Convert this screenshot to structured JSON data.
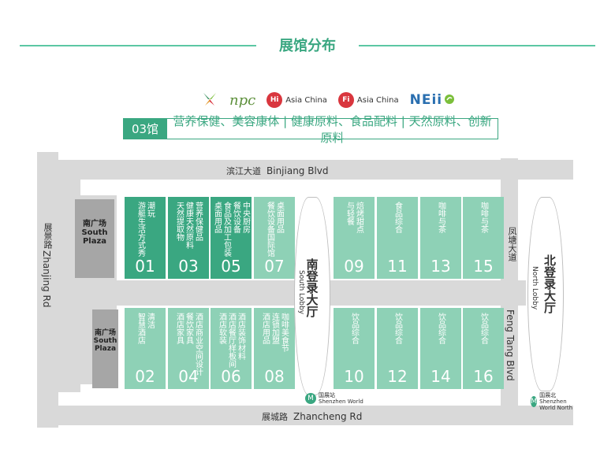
{
  "header": {
    "title": "展馆分布"
  },
  "logos": {
    "npc": "npc",
    "hi_badge": "Hi",
    "hi_text": "Asia China",
    "fi_badge": "Fi",
    "fi_text": "Asia China",
    "neii": "NEii"
  },
  "banner": {
    "hall": "03馆",
    "text": "营养保健、美容康体 | 健康原料、食品配料 | 天然原料、创新原料"
  },
  "roads": {
    "north_cn": "滨江大道",
    "north_en": "Binjiang Blvd",
    "south_cn": "展城路",
    "south_en": "Zhancheng Rd",
    "west_cn": "展景路",
    "west_en": "Zhanjing Rd",
    "east_cn": "凤塘大道",
    "east_en": "Feng Tang Blvd"
  },
  "plazas": {
    "north_cn": "南广场",
    "north_en": "South\nPlaza",
    "south_cn": "南广场",
    "south_en": "South\nPlaza"
  },
  "lobbies": {
    "south_cn": "南登录大厅",
    "south_en": "South Lobby",
    "north_cn": "北登录大厅",
    "north_en": "North Lobby"
  },
  "metro": {
    "south_cn": "国展站",
    "south_en": "Shenzhen World",
    "north_cn": "国展北",
    "north_en": "Shenzhen World North"
  },
  "halls": [
    {
      "num": "01",
      "lines": [
        "潮玩",
        "游艇生活方式秀"
      ],
      "dark": true
    },
    {
      "num": "03",
      "lines": [
        "营养保健品",
        "健康天然原料",
        "天然提取物"
      ],
      "dark": true
    },
    {
      "num": "05",
      "lines": [
        "中央厨房",
        "餐饮设备",
        "食品及加工包装",
        "桌面用品"
      ],
      "dark": true
    },
    {
      "num": "07",
      "lines": [
        "桌面用品",
        "餐饮设备国际馆"
      ],
      "dark": false
    },
    {
      "num": "09",
      "lines": [
        "焙烤甜点",
        "与轻餐"
      ],
      "dark": false
    },
    {
      "num": "11",
      "lines": [
        "食品综合"
      ],
      "dark": false
    },
    {
      "num": "13",
      "lines": [
        "咖啡与茶"
      ],
      "dark": false
    },
    {
      "num": "15",
      "lines": [
        "咖啡与茶"
      ],
      "dark": false
    },
    {
      "num": "02",
      "lines": [
        "清洁",
        "智慧酒店"
      ],
      "dark": false
    },
    {
      "num": "04",
      "lines": [
        "酒店商业空间设计",
        "餐饮家具",
        "酒店家具"
      ],
      "dark": false
    },
    {
      "num": "06",
      "lines": [
        "酒店装饰材料",
        "酒店餐厅样板间",
        "酒店软装"
      ],
      "dark": false
    },
    {
      "num": "08",
      "lines": [
        "咖啡美食节",
        "连锁加盟",
        "酒店用品"
      ],
      "dark": false
    },
    {
      "num": "10",
      "lines": [
        "饮品综合"
      ],
      "dark": false
    },
    {
      "num": "12",
      "lines": [
        "饮品综合"
      ],
      "dark": false
    },
    {
      "num": "14",
      "lines": [
        "饮品综合"
      ],
      "dark": false
    },
    {
      "num": "16",
      "lines": [
        "饮品综合"
      ],
      "dark": false
    }
  ],
  "colors": {
    "accent": "#3aa781",
    "hall_light": "#8ed1b6",
    "road": "#d9d9d9"
  }
}
